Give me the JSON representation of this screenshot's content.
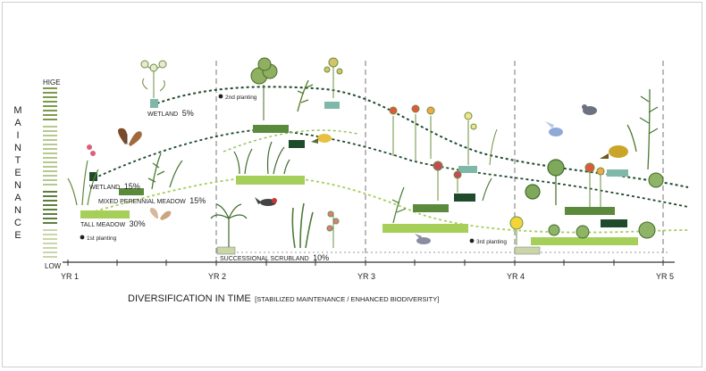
{
  "y_axis": {
    "title": "MAINTENANCE",
    "top_label": "HIGE",
    "bottom_label": "LOW"
  },
  "x_axis": {
    "ticks": [
      "YR 1",
      "YR 2",
      "YR 3",
      "YR 4",
      "YR 5"
    ],
    "title_main": "DIVERSIFICATION IN TIME",
    "title_sub": "[STABILIZED MAINTENANCE / ENHANCED BIODIVERSITY]"
  },
  "annotations": {
    "first_planting": "1st planting",
    "second_planting": "2nd planting",
    "third_planting": "3rd planting"
  },
  "habitats": {
    "wetland_top": {
      "name": "WETLAND",
      "pct": "5%"
    },
    "wetland": {
      "name": "WETLAND",
      "pct": "15%"
    },
    "mixed_meadow": {
      "name": "MIXED PERENNIAL MEADOW",
      "pct": "15%"
    },
    "tall_meadow": {
      "name": "TALL MEADOW",
      "pct": "30%"
    },
    "scrubland": {
      "name": "SUCCESSIONAL SCRUBLAND",
      "pct": "10%"
    }
  },
  "colors": {
    "dark_green": "#1f4a2c",
    "mid_green": "#5b8a3c",
    "light_green": "#a6cf5a",
    "lime": "#c8e07a",
    "teal": "#7fb8a8",
    "axis": "#333333"
  }
}
